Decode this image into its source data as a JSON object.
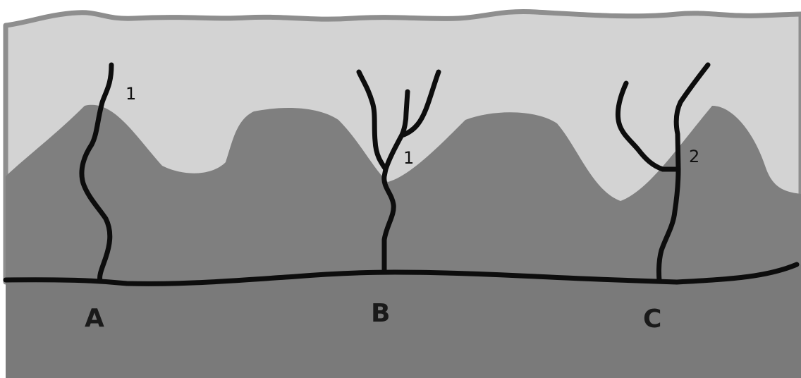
{
  "colors": {
    "background": "#ffffff",
    "top_band": "#d3d3d3",
    "top_band_edge": "#8e8e8e",
    "middle_layer": "#7f7f7f",
    "bottom_layer": "#7a7a7a",
    "lines": "#0d0d0d"
  },
  "labels": {
    "site_a": "A",
    "site_b": "B",
    "site_c": "C"
  },
  "annotations": {
    "a_tips": "1",
    "b_branch": "1",
    "c_branch": "2"
  }
}
